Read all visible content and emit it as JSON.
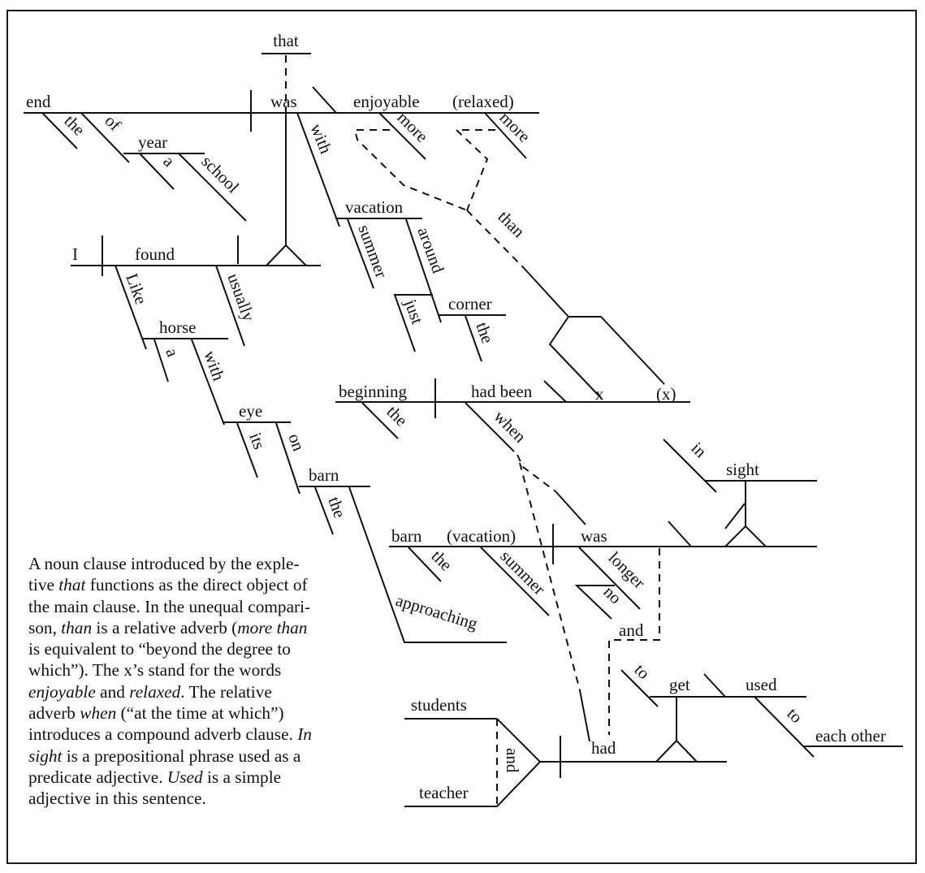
{
  "diagram": {
    "title": "Sentence diagram with explanatory note",
    "words": {
      "that": "that",
      "end": "end",
      "the1": "the",
      "of1": "of",
      "year": "year",
      "a1": "a",
      "school": "school",
      "was1": "was",
      "enjoyable": "enjoyable",
      "relaxed": "(relaxed)",
      "more1": "more",
      "more2": "more",
      "with1": "with",
      "than": "than",
      "vacation": "vacation",
      "summer1": "summer",
      "around": "around",
      "just": "just",
      "corner": "corner",
      "the2": "the",
      "I": "I",
      "found": "found",
      "usually": "usually",
      "like": "Like",
      "horse": "horse",
      "a2": "a",
      "with2": "with",
      "eye": "eye",
      "its": "its",
      "on": "on",
      "barn1": "barn",
      "the3": "the",
      "approaching": "approaching",
      "beginning": "beginning",
      "the4": "the",
      "had_been": "had been",
      "x1": "x",
      "x2": "(x)",
      "when": "when",
      "in": "in",
      "sight": "sight",
      "barn2": "barn",
      "vacation2": "(vacation)",
      "the5": "the",
      "summer2": "summer",
      "was2": "was",
      "longer": "longer",
      "no": "no",
      "and1": "and",
      "to1": "to",
      "get": "get",
      "used": "used",
      "to2": "to",
      "each_other": "each other",
      "students": "students",
      "teacher": "teacher",
      "and2": "and",
      "had": "had"
    }
  },
  "note": {
    "lines": [
      [
        {
          "t": "A noun clause introduced by the exple-",
          "i": false
        }
      ],
      [
        {
          "t": "tive ",
          "i": false
        },
        {
          "t": "that",
          "i": true
        },
        {
          "t": " functions as the direct object of",
          "i": false
        }
      ],
      [
        {
          "t": "the main clause. In the unequal compari-",
          "i": false
        }
      ],
      [
        {
          "t": "son, ",
          "i": false
        },
        {
          "t": "than",
          "i": true
        },
        {
          "t": " is a relative adverb (",
          "i": false
        },
        {
          "t": "more than",
          "i": true
        }
      ],
      [
        {
          "t": "is equivalent to “beyond the degree to",
          "i": false
        }
      ],
      [
        {
          "t": "which”). The x’s stand for the words",
          "i": false
        }
      ],
      [
        {
          "t": "enjoyable",
          "i": true
        },
        {
          "t": " and ",
          "i": false
        },
        {
          "t": "relaxed",
          "i": true
        },
        {
          "t": ". The relative",
          "i": false
        }
      ],
      [
        {
          "t": "adverb ",
          "i": false
        },
        {
          "t": "when",
          "i": true
        },
        {
          "t": " (“at the time at which”)",
          "i": false
        }
      ],
      [
        {
          "t": "introduces a compound adverb clause. ",
          "i": false
        },
        {
          "t": "In",
          "i": true
        }
      ],
      [
        {
          "t": "sight",
          "i": true
        },
        {
          "t": " is a prepositional phrase used as a",
          "i": false
        }
      ],
      [
        {
          "t": "predicate adjective. ",
          "i": false
        },
        {
          "t": "Used",
          "i": true
        },
        {
          "t": " is a simple",
          "i": false
        }
      ],
      [
        {
          "t": "adjective in this sentence.",
          "i": false
        }
      ]
    ]
  }
}
